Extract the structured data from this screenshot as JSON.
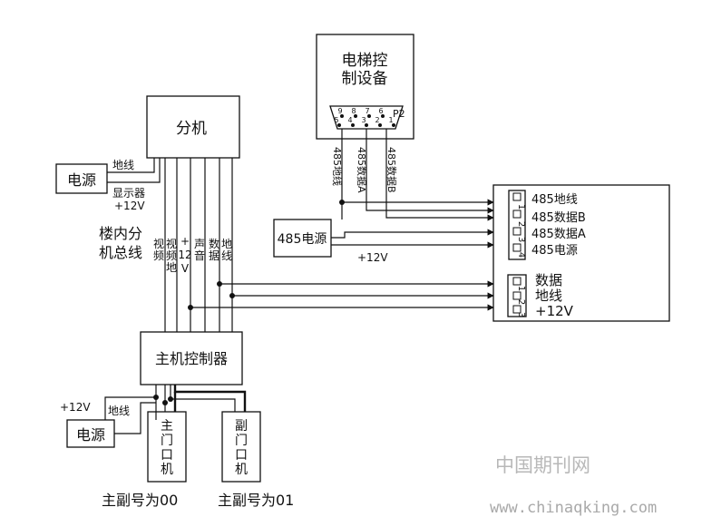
{
  "boxes": {
    "elevator_line1": "电梯控",
    "elevator_line2": "制设备",
    "connector_label": "P2",
    "pin_row_top": [
      "9",
      "8",
      "7",
      "6"
    ],
    "pin_row_bottom": [
      "5",
      "4",
      "3",
      "2",
      "1"
    ],
    "extension": "分机",
    "power_top": "电源",
    "power485": "485电源",
    "host": "主机控制器",
    "power_bottom": "电源",
    "door_main": [
      "主",
      "门",
      "口",
      "机"
    ],
    "door_sub": [
      "副",
      "门",
      "口",
      "机"
    ]
  },
  "labels": {
    "ground_top": "地线",
    "display": "显示器",
    "plus12_top": "+12V",
    "bus_line1": "楼内分",
    "bus_line2": "机总线",
    "bus_wires": [
      [
        "视",
        "频"
      ],
      [
        "视",
        "频",
        "地"
      ],
      [
        "+",
        "12",
        "V"
      ],
      [
        "声",
        "音"
      ],
      [
        "数",
        "据"
      ],
      [
        "地",
        "线"
      ]
    ],
    "p2_wires": [
      "485地线",
      "485数据A",
      "485数据B"
    ],
    "plus12_485": "+12V",
    "plus12_bottom": "+12V",
    "ground_bottom": "地线",
    "code_main": "主副号为00",
    "code_sub": "主副号为01"
  },
  "terminal_block": {
    "upper": [
      {
        "pin": "1",
        "label": "485地线"
      },
      {
        "pin": "2",
        "label": "485数据B"
      },
      {
        "pin": "3",
        "label": "485数据A"
      },
      {
        "pin": "4",
        "label": "485电源"
      }
    ],
    "lower": [
      {
        "pin": "1",
        "label": "数据"
      },
      {
        "pin": "2",
        "label": "地线"
      },
      {
        "pin": "3",
        "label": "+12V"
      }
    ]
  },
  "watermark": {
    "cn": "中国期刊网",
    "url": "www.chinaqking.com"
  }
}
